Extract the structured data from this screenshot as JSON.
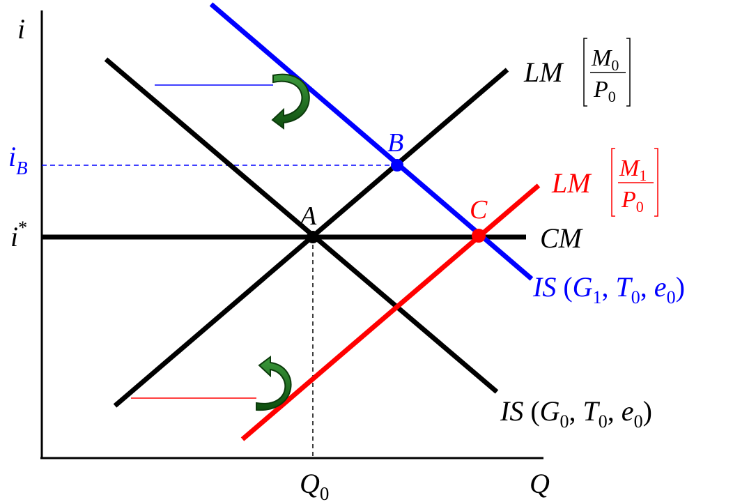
{
  "axes": {
    "y_label": "i",
    "x_label": "Q"
  },
  "ticks": {
    "i_star": {
      "base": "i",
      "sup": "*"
    },
    "i_B": {
      "base": "i",
      "sub": "B"
    },
    "Q_0": {
      "base": "Q",
      "sub": "0"
    }
  },
  "points": {
    "A": "A",
    "B": "B",
    "C": "C"
  },
  "curves": {
    "CM": {
      "label": "CM"
    },
    "LM0": {
      "prefix": "LM",
      "num_base": "M",
      "num_sub": "0",
      "den_base": "P",
      "den_sub": "0"
    },
    "LM1": {
      "prefix": "LM",
      "num_base": "M",
      "num_sub": "1",
      "den_base": "P",
      "den_sub": "0"
    },
    "IS0": {
      "prefix": "IS",
      "open": "(",
      "a": "G",
      "a_sub": "0",
      "comma1": ", ",
      "b": "T",
      "b_sub": "0",
      "comma2": ", ",
      "c": "e",
      "c_sub": "0",
      "close": ")"
    },
    "IS1": {
      "prefix": "IS",
      "open": "(",
      "a": "G",
      "a_sub": "1",
      "comma1": ", ",
      "b": "T",
      "b_sub": "0",
      "comma2": ", ",
      "c": "e",
      "c_sub": "0",
      "close": ")"
    }
  },
  "colors": {
    "black": "#000000",
    "blue": "#0000ff",
    "red": "#ff0000",
    "arrow_green": "#1f6b1f"
  }
}
